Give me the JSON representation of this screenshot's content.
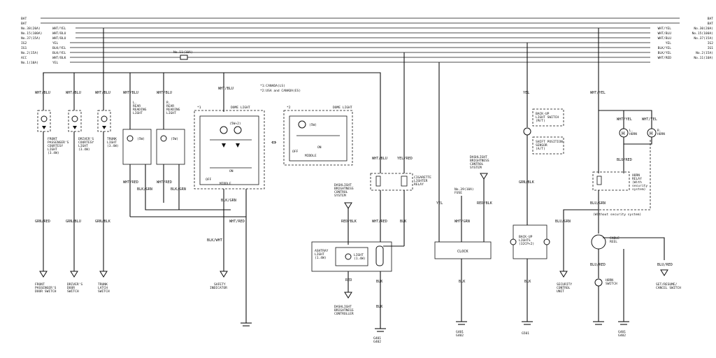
{
  "bus_left": [
    {
      "name": "BAT",
      "wire": ""
    },
    {
      "name": "BAT",
      "wire": ""
    },
    {
      "name": "No.38(20A)",
      "wire": "WHT/YEL"
    },
    {
      "name": "No.15(100A)",
      "wire": "WHT/BLU"
    },
    {
      "name": "No.37(15A)",
      "wire": "WHT/BLU"
    },
    {
      "name": "IG2",
      "wire": "YEL"
    },
    {
      "name": "IG1",
      "wire": "BLK/YEL"
    },
    {
      "name": "No.2(15A)",
      "wire": "BLK/YEL"
    },
    {
      "name": "ACC",
      "wire": "WHT/BLK"
    },
    {
      "name": "No.1(10A)",
      "wire": "YEL"
    }
  ],
  "bus_right": [
    {
      "name": "BAT",
      "wire": ""
    },
    {
      "name": "BAT",
      "wire": ""
    },
    {
      "name": "No.30(20A)",
      "wire": "WHT/YEL"
    },
    {
      "name": "No.15(100A)",
      "wire": "WHT/BLU"
    },
    {
      "name": "No.37(15A)",
      "wire": "WHT/BLU"
    },
    {
      "name": "IG2",
      "wire": "YEL"
    },
    {
      "name": "IG1",
      "wire": "BLK/YEL"
    },
    {
      "name": "No.2(15A)",
      "wire": "BLK/YEL"
    },
    {
      "name": "No.11(10A)",
      "wire": "WHT/RED"
    }
  ],
  "fuse_mid": "No.11(10A)",
  "wire_colors": {
    "wht_blu": "WHT/BLU",
    "grn_red": "GRN/RED",
    "grn_blu": "GRN/BLU",
    "grn_blk": "GRN/BLK",
    "wht_red": "WHT/RED",
    "blk_grn": "BLK/GRN",
    "blk_wht": "BLK/WHT",
    "yel_red": "YEL/RED",
    "red_blk": "RED/BLK",
    "blk": "BLK",
    "red": "RED",
    "yel": "YEL",
    "wht_grn": "WHT/GRN",
    "wht_yel": "WHT/YEL",
    "blu_red": "BLU/RED",
    "blu_grn": "BLU/GRN",
    "blu_grn2": "BLU/GRN"
  },
  "legend": {
    "n1": "*1:CANADA(LS)",
    "n2": "*2:USA and CANADA(ES)"
  },
  "dome1": {
    "mark": "*1",
    "title": "DOME LIGHT",
    "bulb": "(5W×2)",
    "off": "OFF",
    "on": "ON",
    "middle": "MIDDLE"
  },
  "dome2": {
    "mark": "*2",
    "title": "DOME LIGHT",
    "bulb": "(5W)",
    "off": "OFF",
    "on": "ON",
    "middle": "MIDDLE"
  },
  "lamps": {
    "front": [
      "FRONT",
      "PASSENGER'S",
      "COURTESY",
      "LIGHT",
      "(3.4W)"
    ],
    "driver": [
      "DRIVER'S",
      "COURTESY",
      "LIGHT",
      "(3.4W)"
    ],
    "trunk": [
      "TRUNK",
      "LIGHT",
      "(3.4W)"
    ],
    "l_rear": [
      "L.",
      "REAR",
      "READING",
      "LIGHT"
    ],
    "r_rear": [
      "R.",
      "REAR",
      "READING",
      "LIGHT"
    ],
    "sw": "(5W)"
  },
  "bottoms": {
    "front": [
      "FRONT",
      "PASSENGER'S",
      "DOOR SWITCH"
    ],
    "driver": [
      "DRIVER'S",
      "DOOR",
      "SWITCH"
    ],
    "trunk": [
      "TRUNK",
      "LATCH",
      "SWITCH"
    ],
    "safety": [
      "SAFETY",
      "INDICATOR"
    ],
    "dashctl": [
      "DASHLIGHT",
      "BRIGHTNESS",
      "CONTROLLER"
    ],
    "security": [
      "SECURITY",
      "CONTROL",
      "UNIT"
    ],
    "setresume": [
      "SET/RESUME/",
      "CANCEL SWITCH"
    ],
    "g401": [
      "G401",
      "G402"
    ],
    "g501": [
      "G501"
    ]
  },
  "ashtray": {
    "name": [
      "ASHTRAY",
      "LIGHT",
      "(1.4W)"
    ],
    "light": [
      "LIGHT",
      "(1.4W)"
    ]
  },
  "dash_sys": [
    "DASHLIGHT",
    "BRIGHTNESS",
    "CONTROL",
    "SYSTEM"
  ],
  "cig": [
    "CIGARETTE",
    "LIGHTER",
    "RELAY"
  ],
  "fuse39": [
    "No.39(10A)",
    "FUSE"
  ],
  "clock": "CLOCK",
  "backup_sw": [
    "BACK-UP",
    "LIGHT SWITCH",
    "(M/T)"
  ],
  "shift_sensor": [
    "SHIFT POSITION",
    "SENSOR",
    "(A/T)"
  ],
  "backup_lights": [
    "BACK-UP",
    "LIGHTS",
    "(32CP×2)"
  ],
  "horns": {
    "l": [
      "L.",
      "HORN"
    ],
    "r": [
      "R.",
      "HORN"
    ]
  },
  "horn_relay": [
    "HORN",
    "RELAY",
    "(With",
    "security",
    "system)"
  ],
  "without_sec": "(Without security system)",
  "cable_reel": [
    "CABLE",
    "REEL"
  ],
  "horn_switch": [
    "HORN",
    "SWITCH"
  ]
}
